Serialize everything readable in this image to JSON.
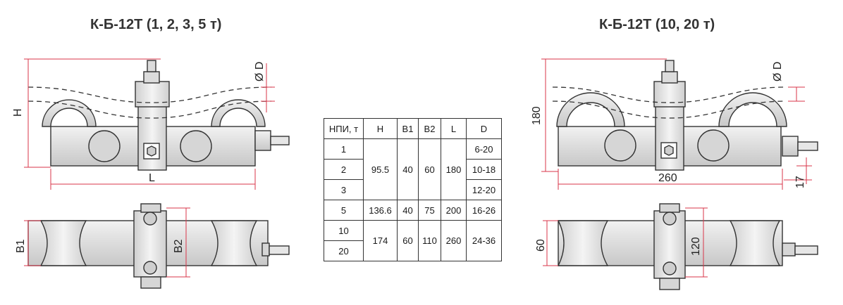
{
  "titles": {
    "left": "К-Б-12Т (1, 2, 3, 5 т)",
    "right": "К-Б-12Т (10, 20 т)"
  },
  "dims_left": {
    "H": "H",
    "L": "L",
    "D": "Ø D",
    "B1": "B1",
    "B2": "B2"
  },
  "dims_right": {
    "h": "180",
    "l": "260",
    "d": "Ø D",
    "s": "17",
    "w1": "60",
    "w2": "120"
  },
  "table": {
    "headers": [
      "НПИ, т",
      "H",
      "B1",
      "B2",
      "L",
      "D"
    ],
    "npi": [
      "1",
      "2",
      "3",
      "5",
      "10",
      "20"
    ],
    "group1": {
      "H": "95.5",
      "B1": "40",
      "B2": "60",
      "L": "180"
    },
    "group2": {
      "H": "136.6",
      "B1": "40",
      "B2": "75",
      "L": "200"
    },
    "group3": {
      "H": "174",
      "B1": "60",
      "B2": "110",
      "L": "260"
    },
    "D": [
      "6-20",
      "10-18",
      "12-20",
      "16-26",
      "24-36"
    ]
  },
  "colors": {
    "dimension": "#d9364a",
    "part_fill": "#e4e4e4",
    "outline": "#333333"
  }
}
